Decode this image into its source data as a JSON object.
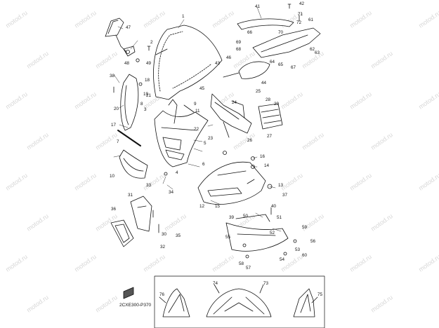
{
  "diagram": {
    "code": "2CXE300-P370",
    "watermark": "motod.ru",
    "callouts": [
      "1",
      "2",
      "3",
      "4",
      "5",
      "6",
      "7",
      "8",
      "9",
      "10",
      "11",
      "12",
      "13",
      "14",
      "15",
      "16",
      "17",
      "18",
      "19",
      "20",
      "21",
      "22",
      "23",
      "24",
      "25",
      "26",
      "27",
      "28",
      "29",
      "30",
      "31",
      "32",
      "33",
      "34",
      "35",
      "36",
      "37",
      "38",
      "39",
      "40",
      "41",
      "42",
      "43",
      "44",
      "45",
      "46",
      "47",
      "48",
      "49",
      "50",
      "51",
      "52",
      "53",
      "54",
      "55",
      "56",
      "57",
      "58",
      "59",
      "60",
      "61",
      "62",
      "63",
      "64",
      "65",
      "66",
      "67",
      "68",
      "69",
      "70",
      "71",
      "72",
      "73",
      "74",
      "75",
      "76"
    ]
  }
}
